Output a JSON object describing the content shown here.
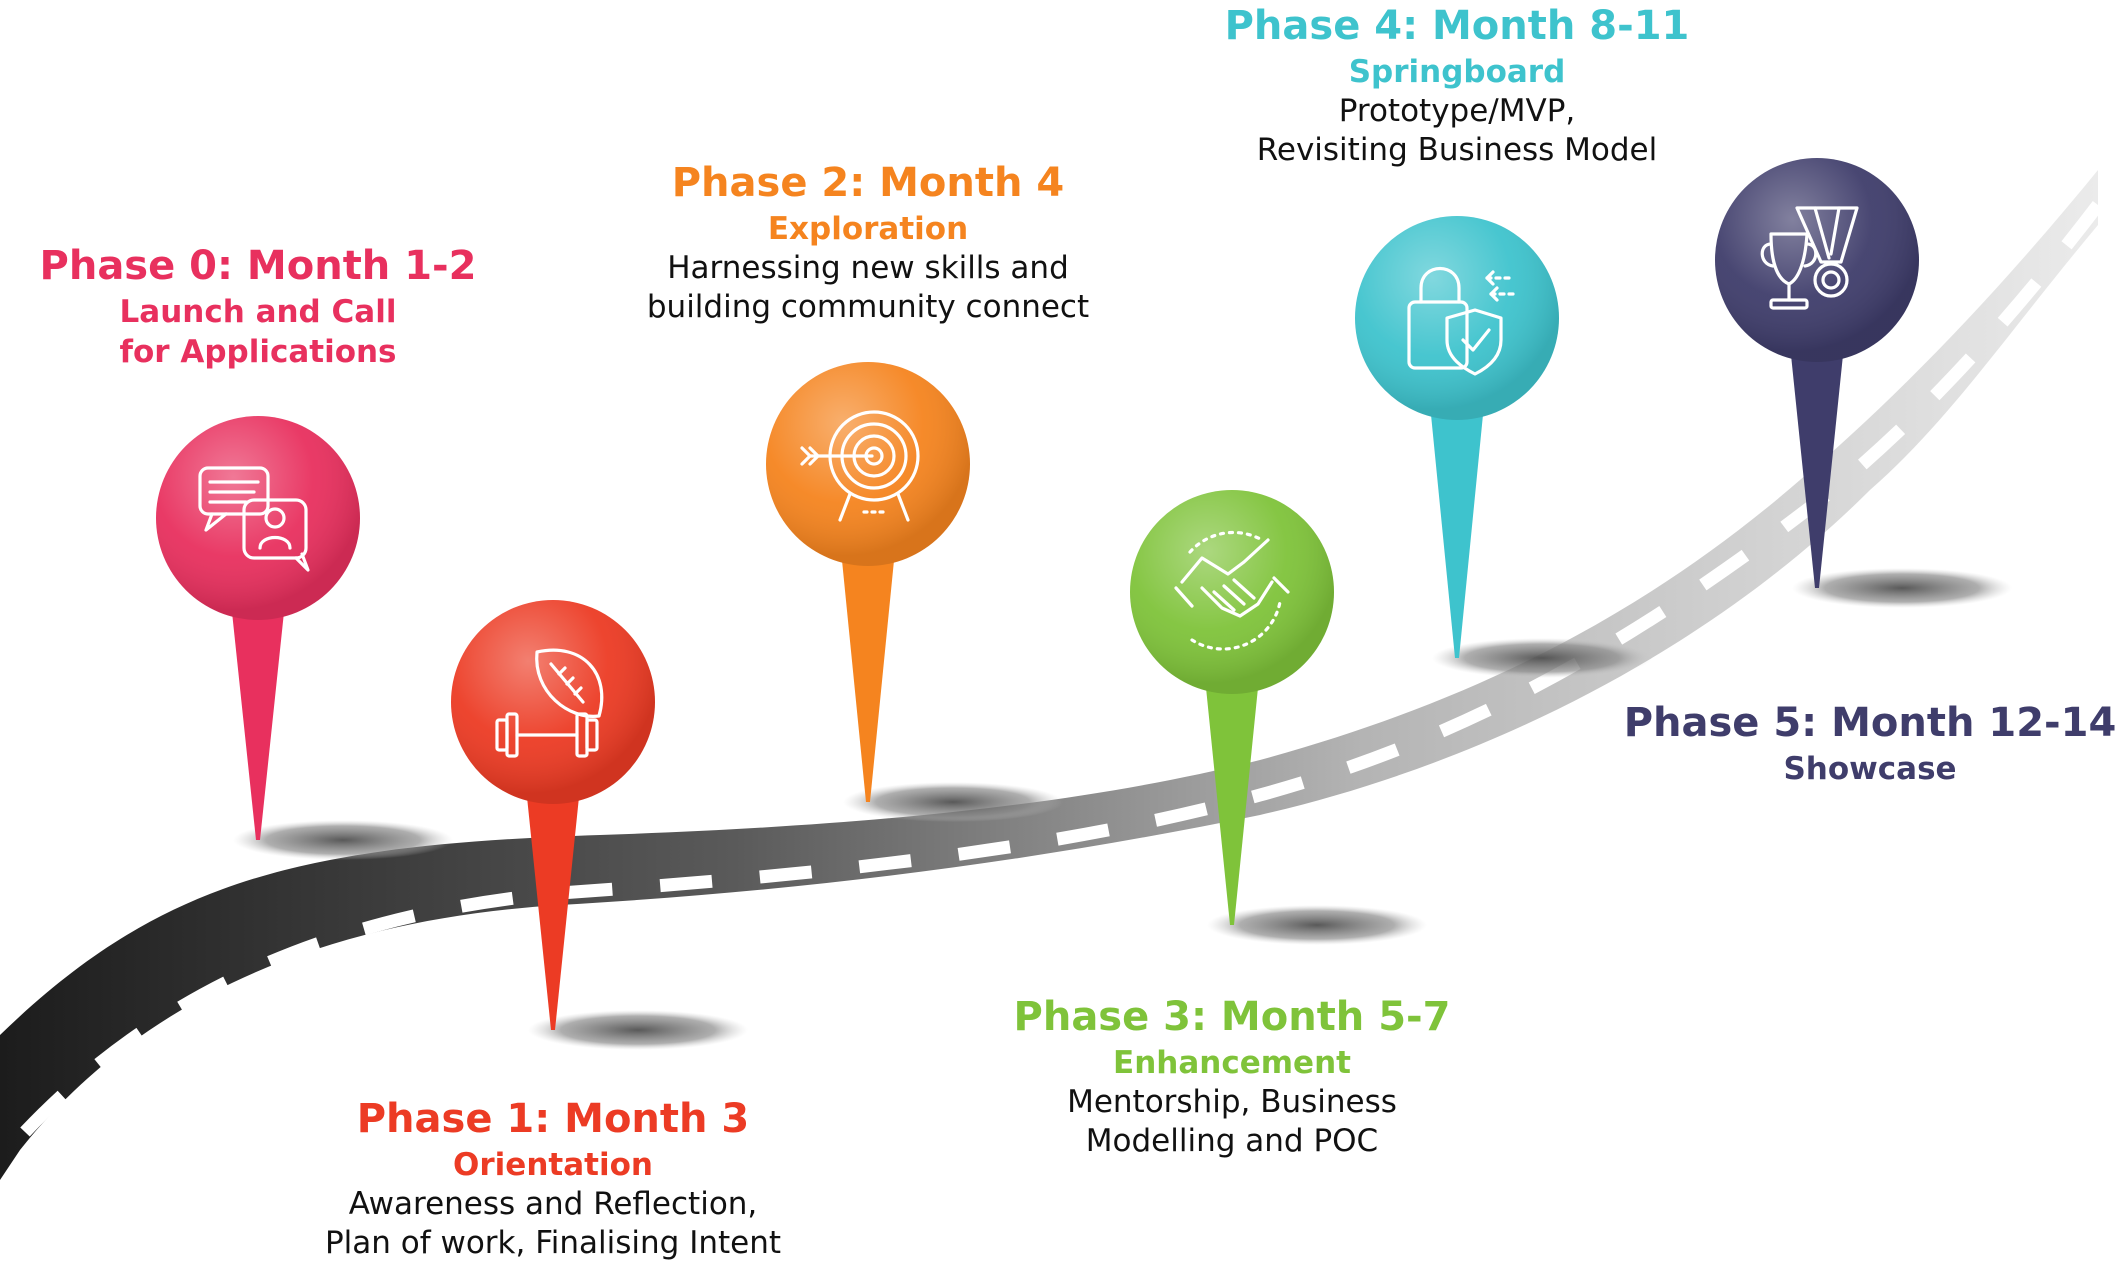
{
  "phases": [
    {
      "title": "Phase 0: Month 1-2",
      "subtitle": "Launch and Call\nfor Applications",
      "desc": "",
      "color": "#e8305e",
      "icon": "chat-person-icon"
    },
    {
      "title": "Phase 1: Month 3",
      "subtitle": "Orientation",
      "desc": "Awareness and Reflection,\nPlan of work, Finalising Intent",
      "color": "#ec3b24",
      "icon": "football-dumbbell-icon"
    },
    {
      "title": "Phase 2: Month 4",
      "subtitle": "Exploration",
      "desc": "Harnessing new skills and\nbuilding community connect",
      "color": "#f5841f",
      "icon": "target-arrow-icon"
    },
    {
      "title": "Phase 3: Month 5-7",
      "subtitle": "Enhancement",
      "desc": "Mentorship, Business\nModelling and POC",
      "color": "#7fc33a",
      "icon": "handshake-icon"
    },
    {
      "title": "Phase 4: Month 8-11",
      "subtitle": "Springboard",
      "desc": "Prototype/MVP,\nRevisiting Business Model",
      "color": "#3ec3cd",
      "icon": "padlock-shield-icon"
    },
    {
      "title": "Phase 5: Month 12-14",
      "subtitle": "Showcase",
      "desc": "",
      "color": "#3f3d6b",
      "icon": "trophy-medal-icon"
    }
  ]
}
